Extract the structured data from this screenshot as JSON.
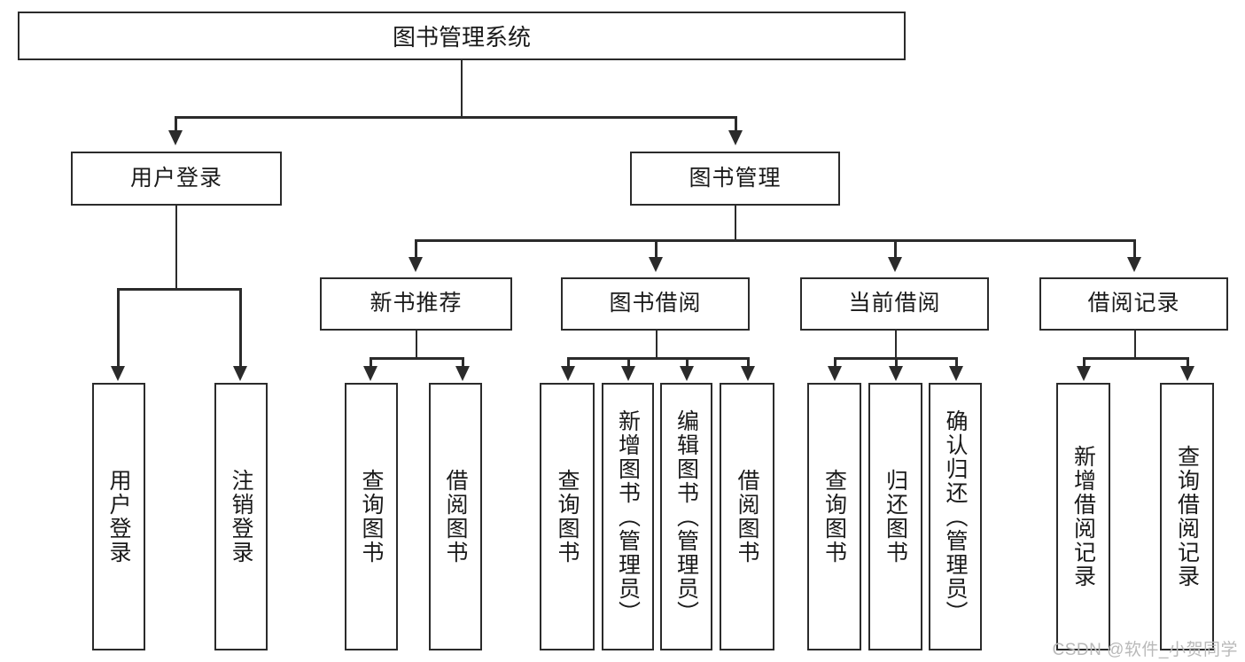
{
  "diagram": {
    "type": "tree",
    "title": "图书管理系统",
    "watermark": "CSDN @软件_小贺同学",
    "colors": {
      "stroke": "#2b2b2b",
      "fill": "#ffffff",
      "text": "#1a1a1a",
      "watermark": "#b9b9b9"
    },
    "root": {
      "label": "图书管理系统"
    },
    "level2": [
      {
        "label": "用户登录"
      },
      {
        "label": "图书管理"
      }
    ],
    "level3": [
      {
        "label": "新书推荐"
      },
      {
        "label": "图书借阅"
      },
      {
        "label": "当前借阅"
      },
      {
        "label": "借阅记录"
      }
    ],
    "leaves": {
      "user_login": [
        {
          "label": "用户登录"
        },
        {
          "label": "注销登录"
        }
      ],
      "new_book": [
        {
          "label": "查询图书"
        },
        {
          "label": "借阅图书"
        }
      ],
      "borrow": [
        {
          "label": "查询图书"
        },
        {
          "label": "新增图书（管理员）"
        },
        {
          "label": "编辑图书（管理员）"
        },
        {
          "label": "借阅图书"
        }
      ],
      "current": [
        {
          "label": "查询图书"
        },
        {
          "label": "归还图书"
        },
        {
          "label": "确认归还（管理员）"
        }
      ],
      "records": [
        {
          "label": "新增借阅记录"
        },
        {
          "label": "查询借阅记录"
        }
      ]
    }
  }
}
